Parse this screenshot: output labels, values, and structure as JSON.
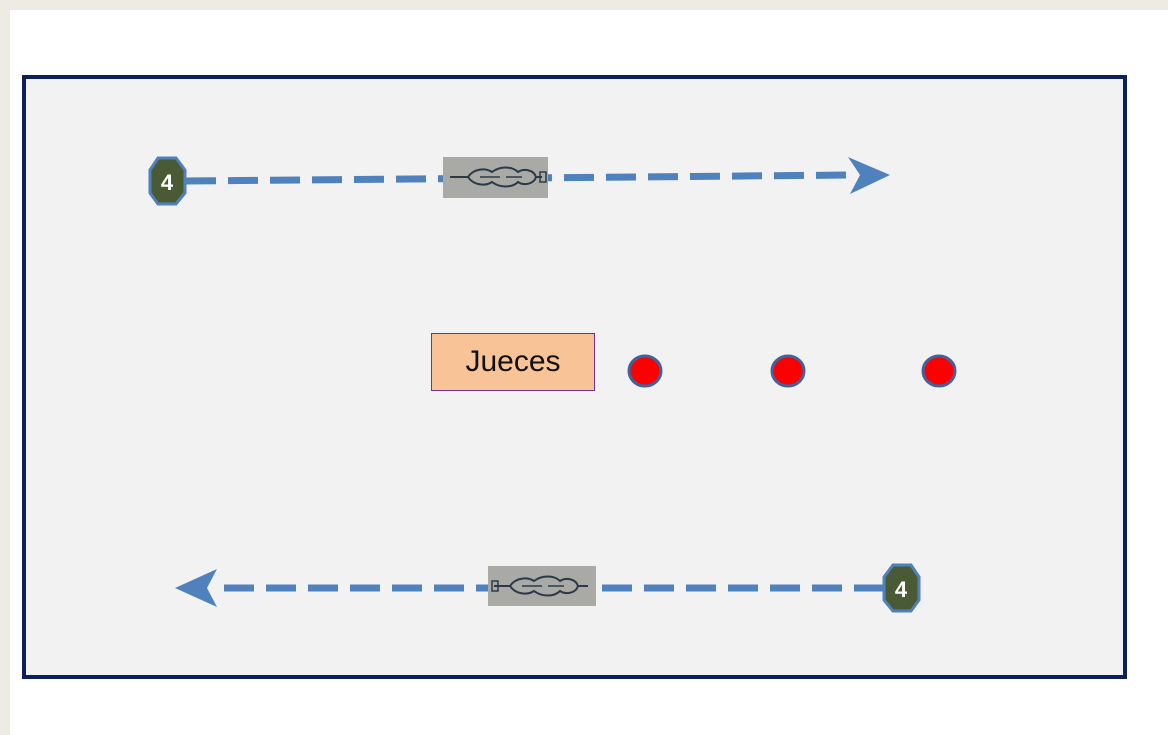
{
  "judges": {
    "label": "Jueces",
    "fill_color": "#f8c497",
    "border_color": "#7030a0",
    "dot_fill": "#ff0000",
    "dot_border": "#41629b",
    "dot_count": 3
  },
  "top_lane": {
    "start_marker": "4",
    "direction": "left-to-right",
    "element_icon": "chain-step-sequence-icon"
  },
  "bottom_lane": {
    "start_marker": "4",
    "direction": "right-to-left",
    "element_icon": "chain-step-sequence-icon"
  },
  "colors": {
    "background": "#edebe3",
    "field": "#f2f2f2",
    "field_border": "#0d1f5c",
    "arrow": "#4f81bd",
    "marker_fill": "#4a5a34",
    "marker_border": "#4f81bd",
    "marker_text": "#ffffff"
  }
}
